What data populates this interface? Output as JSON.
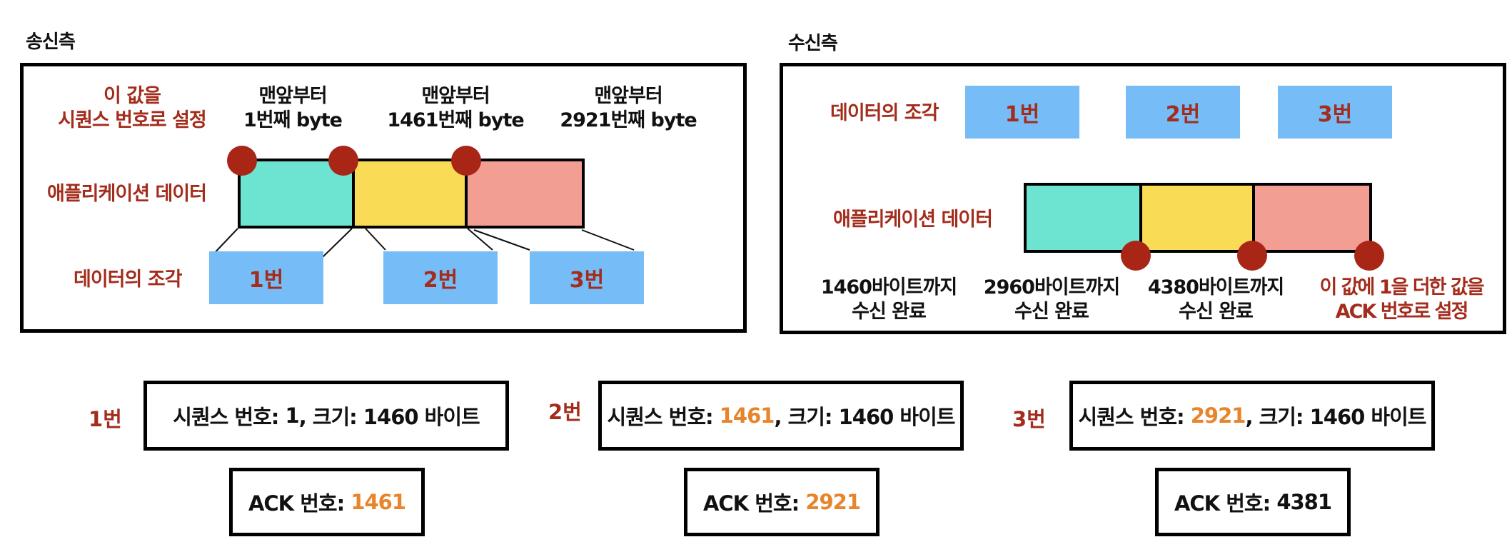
{
  "sender": {
    "title": "송신측",
    "annotation_line1": "이 값을",
    "annotation_line2": "시퀀스 번호로 설정",
    "offsets": [
      {
        "line1": "맨앞부터",
        "line2": "1번째 byte"
      },
      {
        "line1": "맨앞부터",
        "line2": "1461번째 byte"
      },
      {
        "line1": "맨앞부터",
        "line2": "2921번째 byte"
      }
    ],
    "app_data_label": "애플리케이션 데이터",
    "fragment_label": "데이터의 조각",
    "fragments": [
      "1번",
      "2번",
      "3번"
    ]
  },
  "receiver": {
    "title": "수신측",
    "fragment_label": "데이터의 조각",
    "fragments": [
      "1번",
      "2번",
      "3번"
    ],
    "app_data_label": "애플리케이션 데이터",
    "received": [
      {
        "line1": "1460바이트까지",
        "line2": "수신 완료"
      },
      {
        "line1": "2960바이트까지",
        "line2": "수신 완료"
      },
      {
        "line1": "4380바이트까지",
        "line2": "수신 완료"
      }
    ],
    "annotation_line1": "이 값에 1을 더한 값을",
    "annotation_line2": "ACK 번호로 설정"
  },
  "segments": [
    {
      "label": "1번",
      "seq_prefix": "시퀀스 번호: ",
      "seq": "1",
      "seq_suffix": ", 크기: 1460 바이트",
      "ack_prefix": "ACK 번호: ",
      "ack": "1461"
    },
    {
      "label": "2번",
      "seq_prefix": "시퀀스 번호: ",
      "seq": "1461",
      "seq_suffix": ", 크기: 1460 바이트",
      "ack_prefix": "ACK 번호: ",
      "ack": "2921"
    },
    {
      "label": "3번",
      "seq_prefix": "시퀀스 번호: ",
      "seq": "2921",
      "seq_suffix": ", 크기: 1460 바이트",
      "ack_prefix": "ACK 번호: ",
      "ack": "4381"
    }
  ],
  "colors": {
    "segment_1": "#6de3d1",
    "segment_2": "#f9db56",
    "segment_3": "#f39e93",
    "fragment_fill": "#76bdf7",
    "marker": "#a92516",
    "annotation_text": "#a32c1c",
    "highlight_number": "#e8852c"
  }
}
